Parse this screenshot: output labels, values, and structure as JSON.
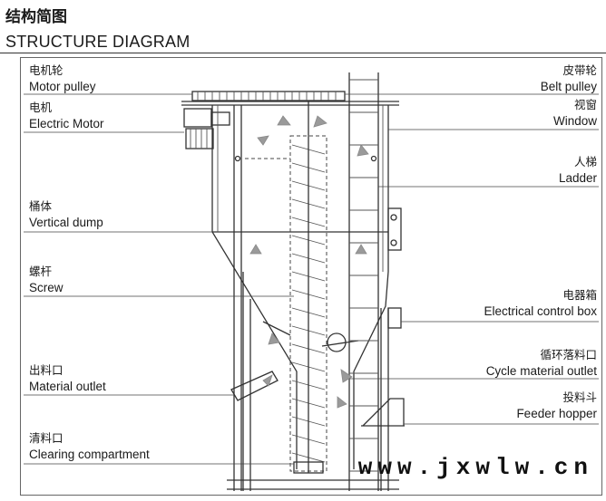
{
  "heading": {
    "cn": "结构简图",
    "en": "STRUCTURE DIAGRAM"
  },
  "labels_left": [
    {
      "cn": "电机轮",
      "en": "Motor pulley"
    },
    {
      "cn": "电机",
      "en": "Electric Motor"
    },
    {
      "cn": "桶体",
      "en": "Vertical dump"
    },
    {
      "cn": "螺杆",
      "en": "Screw"
    },
    {
      "cn": "出料口",
      "en": "Material outlet"
    },
    {
      "cn": "清料口",
      "en": "Clearing compartment"
    }
  ],
  "labels_right": [
    {
      "cn": "皮带轮",
      "en": "Belt pulley"
    },
    {
      "cn": "视窗",
      "en": "Window"
    },
    {
      "cn": "人梯",
      "en": "Ladder"
    },
    {
      "cn": "电器箱",
      "en": "Electrical control box"
    },
    {
      "cn": "循环落料口",
      "en": "Cycle material outlet"
    },
    {
      "cn": "投料斗",
      "en": "Feeder hopper"
    }
  ],
  "watermark": "www.jxwlw.cn"
}
